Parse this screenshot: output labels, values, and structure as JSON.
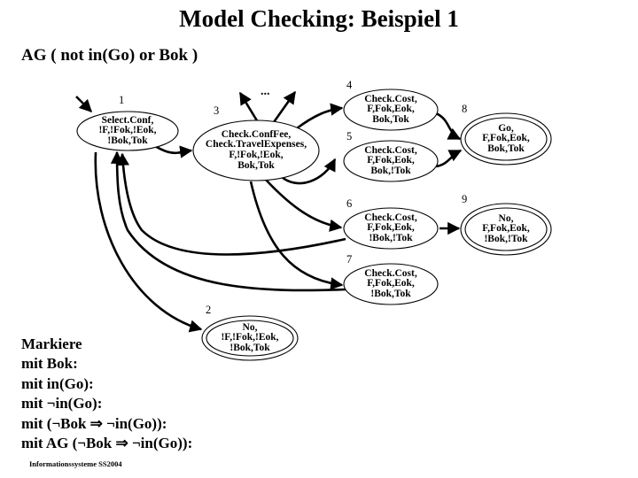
{
  "slide": {
    "title": "Model Checking: Beispiel 1",
    "formula": "AG ( not in(Go) or Bok )",
    "footer": "Informationssysteme SS2004",
    "ellipsis_label": "..."
  },
  "graph": {
    "type": "state-transition-diagram",
    "nodes": [
      {
        "id": "1",
        "number": "1",
        "accepting": false,
        "lines": [
          "Select.Conf,",
          "!F,!Fok,!Eok,",
          "!Bok,Tok"
        ]
      },
      {
        "id": "2",
        "number": "2",
        "accepting": true,
        "lines": [
          "No,",
          "!F,!Fok,!Eok,",
          "!Bok,Tok"
        ]
      },
      {
        "id": "3",
        "number": "3",
        "accepting": false,
        "lines": [
          "Check.ConfFee,",
          "Check.TravelExpenses,",
          "F,!Fok,!Eok,",
          "Bok,Tok"
        ]
      },
      {
        "id": "4",
        "number": "4",
        "accepting": false,
        "lines": [
          "Check.Cost,",
          "F,Fok,Eok,",
          "Bok,Tok"
        ]
      },
      {
        "id": "5",
        "number": "5",
        "accepting": false,
        "lines": [
          "Check.Cost,",
          "F,Fok,Eok,",
          "Bok,!Tok"
        ]
      },
      {
        "id": "6",
        "number": "6",
        "accepting": false,
        "lines": [
          "Check.Cost,",
          "F,Fok,Eok,",
          "!Bok,!Tok"
        ]
      },
      {
        "id": "7",
        "number": "7",
        "accepting": false,
        "lines": [
          "Check.Cost,",
          "F,Fok,Eok,",
          "!Bok,Tok"
        ]
      },
      {
        "id": "8",
        "number": "8",
        "accepting": true,
        "lines": [
          "Go,",
          "F,Fok,Eok,",
          "Bok,Tok"
        ]
      },
      {
        "id": "9",
        "number": "9",
        "accepting": true,
        "lines": [
          "No,",
          "F,Fok,Eok,",
          "!Bok,!Tok"
        ]
      }
    ],
    "edges": [
      {
        "from": "start",
        "to": "1"
      },
      {
        "from": "1",
        "to": "3"
      },
      {
        "from": "1",
        "to": "2"
      },
      {
        "from": "3",
        "to": "4"
      },
      {
        "from": "3",
        "to": "5"
      },
      {
        "from": "3",
        "to": "6"
      },
      {
        "from": "3",
        "to": "7"
      },
      {
        "from": "3",
        "to": "up-left"
      },
      {
        "from": "3",
        "to": "up-right"
      },
      {
        "from": "4",
        "to": "8"
      },
      {
        "from": "5",
        "to": "8"
      },
      {
        "from": "6",
        "to": "9"
      },
      {
        "from": "7",
        "to": "1"
      },
      {
        "from": "6",
        "to": "1"
      }
    ]
  },
  "marking_list": [
    "Markiere",
    "mit Bok:",
    "mit in(Go):",
    "mit ¬in(Go):",
    "mit (¬Bok ⇒ ¬in(Go)):",
    "mit AG (¬Bok ⇒ ¬in(Go)):"
  ],
  "colors": {
    "background": "#ffffff",
    "ink": "#000000"
  }
}
